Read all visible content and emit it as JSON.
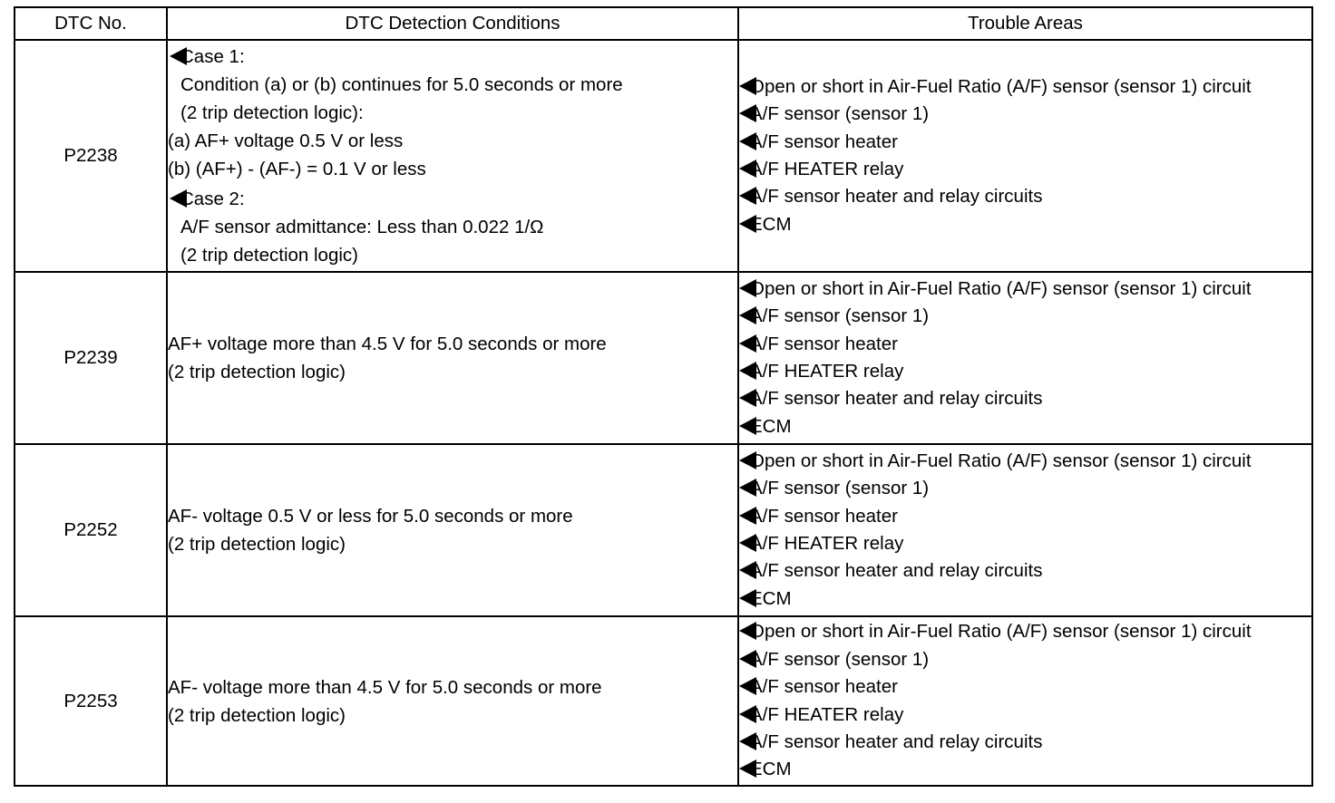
{
  "headers": {
    "dtc_no": "DTC No.",
    "conditions": "DTC Detection Conditions",
    "areas": "Trouble Areas"
  },
  "rows": [
    {
      "code": "P2238",
      "conditions": [
        "Case 1:",
        "Condition (a) or (b) continues for 5.0 seconds or more",
        "(2 trip detection logic):",
        "(a) AF+ voltage 0.5 V or less",
        "(b) (AF+) - (AF-) = 0.1 V or less",
        "Case 2:",
        "A/F sensor admittance: Less than 0.022 1/Ω",
        "(2 trip detection logic)"
      ],
      "areas": [
        "Open or short in Air-Fuel Ratio (A/F) sensor (sensor 1) circuit",
        "A/F sensor (sensor 1)",
        "A/F sensor heater",
        "A/F HEATER relay",
        "A/F sensor heater and relay circuits",
        "ECM"
      ]
    },
    {
      "code": "P2239",
      "conditions": [
        "AF+ voltage more than 4.5 V for 5.0 seconds or more",
        "(2 trip detection logic)"
      ],
      "areas": [
        "Open or short in Air-Fuel Ratio (A/F) sensor (sensor 1) circuit",
        "A/F sensor (sensor 1)",
        "A/F sensor heater",
        "A/F HEATER relay",
        "A/F sensor heater and relay circuits",
        "ECM"
      ]
    },
    {
      "code": "P2252",
      "conditions": [
        "AF- voltage 0.5 V or less for 5.0 seconds or more",
        "(2 trip detection logic)"
      ],
      "areas": [
        "Open or short in Air-Fuel Ratio (A/F) sensor (sensor 1) circuit",
        "A/F sensor (sensor 1)",
        "A/F sensor heater",
        "A/F HEATER relay",
        "A/F sensor heater and relay circuits",
        "ECM"
      ]
    },
    {
      "code": "P2253",
      "conditions": [
        "AF- voltage more than 4.5 V for 5.0 seconds or more",
        "(2 trip detection logic)"
      ],
      "areas": [
        "Open or short in Air-Fuel Ratio (A/F) sensor (sensor 1) circuit",
        "A/F sensor (sensor 1)",
        "A/F sensor heater",
        "A/F HEATER relay",
        "A/F sensor heater and relay circuits",
        "ECM"
      ]
    }
  ]
}
